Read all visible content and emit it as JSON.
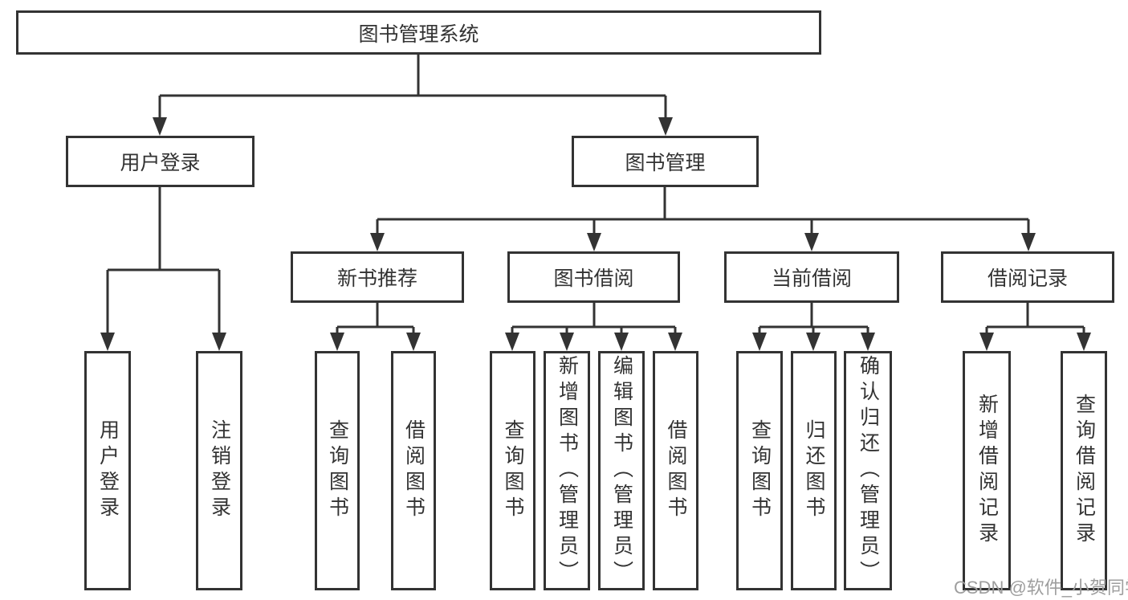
{
  "tree": {
    "root": {
      "label": "图书管理系统"
    },
    "children": [
      {
        "label": "用户登录",
        "children": [
          {
            "label": "用户登录"
          },
          {
            "label": "注销登录"
          }
        ]
      },
      {
        "label": "图书管理",
        "children": [
          {
            "label": "新书推荐",
            "children": [
              {
                "label": "查询图书"
              },
              {
                "label": "借阅图书"
              }
            ]
          },
          {
            "label": "图书借阅",
            "children": [
              {
                "label": "查询图书"
              },
              {
                "label": "新增图书（管理员）"
              },
              {
                "label": "编辑图书（管理员）"
              },
              {
                "label": "借阅图书"
              }
            ]
          },
          {
            "label": "当前借阅",
            "children": [
              {
                "label": "查询图书"
              },
              {
                "label": "归还图书"
              },
              {
                "label": "确认归还（管理员）"
              }
            ]
          },
          {
            "label": "借阅记录",
            "children": [
              {
                "label": "新增借阅记录"
              },
              {
                "label": "查询借阅记录"
              }
            ]
          }
        ]
      }
    ]
  },
  "watermark": "CSDN @软件_小贺同学",
  "colors": {
    "line": "#333333",
    "text": "#333333",
    "watermark": "#9e9e9e",
    "background": "#ffffff"
  }
}
